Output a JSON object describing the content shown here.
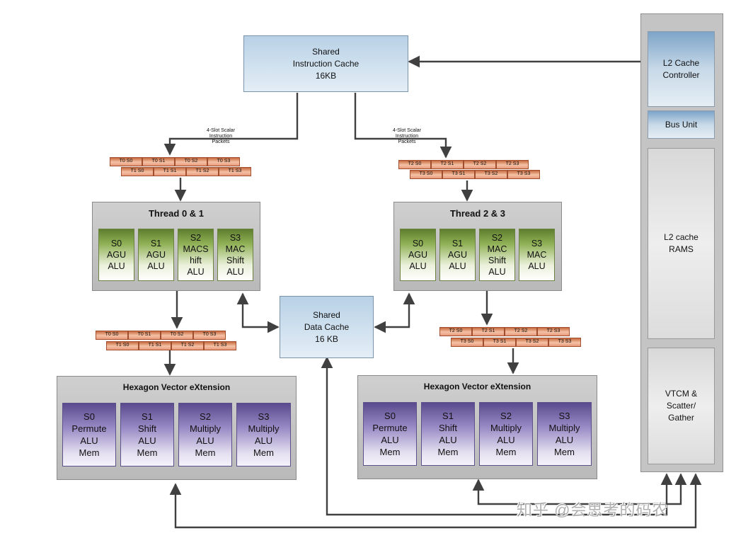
{
  "shared_icache": "Shared\nInstruction Cache\n16KB",
  "shared_dcache": "Shared\nData Cache\n16 KB",
  "packet_label": "4-Slot Scalar\nInstruction\nPackets",
  "thread_left": {
    "title": "Thread 0 & 1",
    "slots": [
      "S0\nAGU\nALU",
      "S1\nAGU\nALU",
      "S2\nMACS\nhift\nALU",
      "S3\nMAC\nShift\nALU"
    ]
  },
  "thread_right": {
    "title": "Thread 2 & 3",
    "slots": [
      "S0\nAGU\nALU",
      "S1\nAGU\nALU",
      "S2\nMAC\nShift\nALU",
      "S3\nMAC\nALU"
    ]
  },
  "hvx_left": {
    "title": "Hexagon Vector eXtension",
    "slots": [
      "S0\nPermute\nALU\nMem",
      "S1\nShift\nALU\nMem",
      "S2\nMultiply\nALU\nMem",
      "S3\nMultiply\nALU\nMem"
    ]
  },
  "hvx_right": {
    "title": "Hexagon Vector eXtension",
    "slots": [
      "S0\nPermute\nALU\nMem",
      "S1\nShift\nALU\nMem",
      "S2\nMultiply\nALU\nMem",
      "S3\nMultiply\nALU\nMem"
    ]
  },
  "packets_t01": {
    "row0": [
      "T0 S0",
      "T0 S1",
      "T0 S2",
      "T0 S3"
    ],
    "row1": [
      "T1 S0",
      "T1 S1",
      "T1 S2",
      "T1 S3"
    ]
  },
  "packets_t23": {
    "row0": [
      "T2 S0",
      "T2 S1",
      "T2 S2",
      "T2 S3"
    ],
    "row1": [
      "T3 S0",
      "T3 S1",
      "T3 S2",
      "T3 S3"
    ]
  },
  "right_column": {
    "l2_controller": "L2 Cache\nController",
    "bus_unit": "Bus Unit",
    "l2_rams": "L2 cache\nRAMS",
    "vtcm": "VTCM &\nScatter/\nGather"
  },
  "watermark": "知乎 @会思考的码农",
  "colors": {
    "blue_box": "#b8d1e6",
    "thread_slot": "#8fb055",
    "hvx_slot": "#9a8cc6",
    "packet": "#e9997a",
    "panel": "#c4c4c4",
    "arrow": "#404040"
  }
}
